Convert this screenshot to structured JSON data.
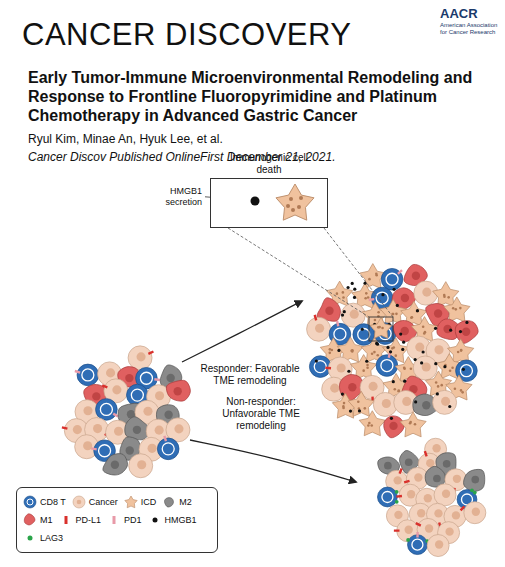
{
  "diagram": {
    "title": "Early Tumor-Immune Microenvironmental Remodeling and Response to Frontline Fluoropyrimidine and Platinum Chemotherapy in Advanced Gastric Cancer",
    "nodes": [
      {
        "text": [
          "Immunogenic cell death"
        ]
      }
    ],
    "labels": [
      "CANCER DISCOVERY",
      "AACR",
      "American Association for Cancer Research",
      "Ryul Kim, Minae An, Hyuk Lee, et al.",
      "Cancer Discov Published OnlineFirst December 21, 2021.",
      "HMGB1 secretion",
      "Responder: Favorable TME remodeling",
      "Non-responder: Unfavorable TME remodeling"
    ],
    "legend": [
      {
        "text": "CD8 T",
        "color": "#2f6db5"
      },
      {
        "text": "Cancer",
        "color": "#f3d3bf"
      },
      {
        "text": "ICD",
        "color": "#f0c29e"
      },
      {
        "text": "M2",
        "color": "#8a8a8a"
      },
      {
        "text": "M1",
        "color": "#e06060"
      },
      {
        "text": "PD-L1",
        "color": "#d9302c"
      },
      {
        "text": "PD1",
        "color": "#e89aa8"
      },
      {
        "text": "HMGB1",
        "color": "#111111"
      },
      {
        "text": "LAG3",
        "color": "#2aa44a"
      }
    ]
  }
}
